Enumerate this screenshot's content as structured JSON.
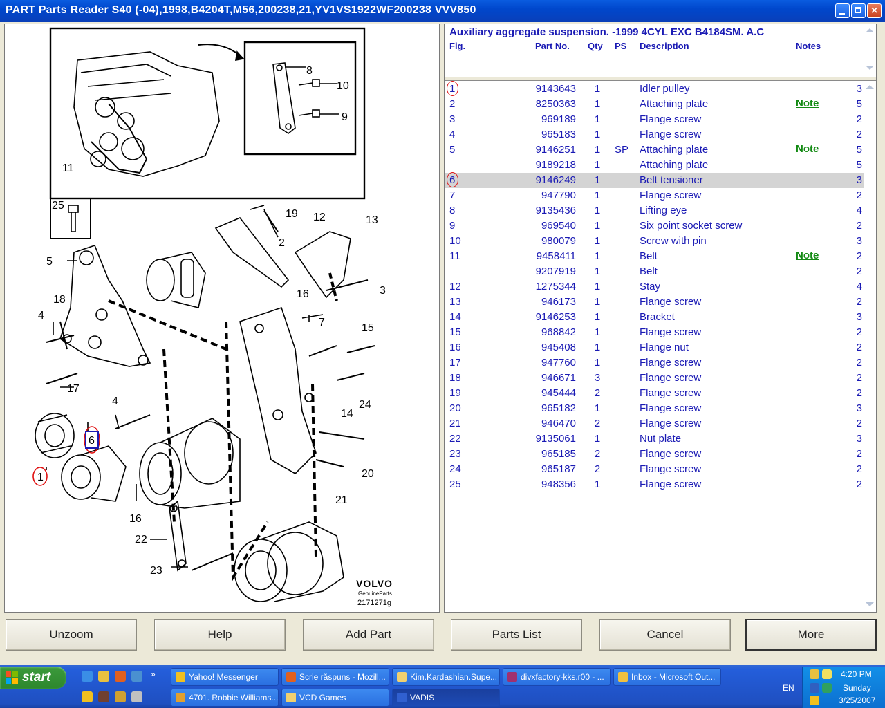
{
  "window": {
    "title": "PART Parts Reader S40 (-04),1998,B4204T,M56,200238,21,YV1VS1922WF200238 VVV850"
  },
  "diagram": {
    "brand": "VOLVO",
    "brand_sub": "GenuineParts",
    "drawing_no": "2171271g",
    "callouts": [
      "1",
      "2",
      "3",
      "4",
      "4",
      "5",
      "6",
      "7",
      "8",
      "9",
      "10",
      "11",
      "12",
      "13",
      "14",
      "15",
      "16",
      "16",
      "17",
      "18",
      "19",
      "20",
      "21",
      "22",
      "23",
      "24",
      "25"
    ]
  },
  "parts": {
    "group_title": "Auxiliary aggregate suspension. -1999 4CYL EXC B4184SM. A.C",
    "columns": {
      "fig": "Fig.",
      "part_no": "Part No.",
      "qty": "Qty",
      "ps": "PS",
      "description": "Description",
      "notes": "Notes"
    },
    "rows": [
      {
        "fig": "1",
        "part_no": "9143643",
        "qty": "1",
        "ps": "",
        "desc": "Idler pulley",
        "note": "",
        "lvl": "3"
      },
      {
        "fig": "2",
        "part_no": "8250363",
        "qty": "1",
        "ps": "",
        "desc": "Attaching plate",
        "note": "Note",
        "lvl": "5"
      },
      {
        "fig": "3",
        "part_no": "969189",
        "qty": "1",
        "ps": "",
        "desc": "Flange screw",
        "note": "",
        "lvl": "2"
      },
      {
        "fig": "4",
        "part_no": "965183",
        "qty": "1",
        "ps": "",
        "desc": "Flange screw",
        "note": "",
        "lvl": "2"
      },
      {
        "fig": "5",
        "part_no": "9146251",
        "qty": "1",
        "ps": "SP",
        "desc": "Attaching plate",
        "note": "Note",
        "lvl": "5"
      },
      {
        "fig": "",
        "part_no": "9189218",
        "qty": "1",
        "ps": "",
        "desc": "Attaching plate",
        "note": "",
        "lvl": "5"
      },
      {
        "fig": "6",
        "part_no": "9146249",
        "qty": "1",
        "ps": "",
        "desc": "Belt tensioner",
        "note": "",
        "lvl": "3"
      },
      {
        "fig": "7",
        "part_no": "947790",
        "qty": "1",
        "ps": "",
        "desc": "Flange screw",
        "note": "",
        "lvl": "2"
      },
      {
        "fig": "8",
        "part_no": "9135436",
        "qty": "1",
        "ps": "",
        "desc": "Lifting eye",
        "note": "",
        "lvl": "4"
      },
      {
        "fig": "9",
        "part_no": "969540",
        "qty": "1",
        "ps": "",
        "desc": "Six point socket screw",
        "note": "",
        "lvl": "2"
      },
      {
        "fig": "10",
        "part_no": "980079",
        "qty": "1",
        "ps": "",
        "desc": "Screw with pin",
        "note": "",
        "lvl": "3"
      },
      {
        "fig": "11",
        "part_no": "9458411",
        "qty": "1",
        "ps": "",
        "desc": "Belt",
        "note": "Note",
        "lvl": "2"
      },
      {
        "fig": "",
        "part_no": "9207919",
        "qty": "1",
        "ps": "",
        "desc": "Belt",
        "note": "",
        "lvl": "2"
      },
      {
        "fig": "12",
        "part_no": "1275344",
        "qty": "1",
        "ps": "",
        "desc": "Stay",
        "note": "",
        "lvl": "4"
      },
      {
        "fig": "13",
        "part_no": "946173",
        "qty": "1",
        "ps": "",
        "desc": "Flange screw",
        "note": "",
        "lvl": "2"
      },
      {
        "fig": "14",
        "part_no": "9146253",
        "qty": "1",
        "ps": "",
        "desc": "Bracket",
        "note": "",
        "lvl": "3"
      },
      {
        "fig": "15",
        "part_no": "968842",
        "qty": "1",
        "ps": "",
        "desc": "Flange screw",
        "note": "",
        "lvl": "2"
      },
      {
        "fig": "16",
        "part_no": "945408",
        "qty": "1",
        "ps": "",
        "desc": "Flange nut",
        "note": "",
        "lvl": "2"
      },
      {
        "fig": "17",
        "part_no": "947760",
        "qty": "1",
        "ps": "",
        "desc": "Flange screw",
        "note": "",
        "lvl": "2"
      },
      {
        "fig": "18",
        "part_no": "946671",
        "qty": "3",
        "ps": "",
        "desc": "Flange screw",
        "note": "",
        "lvl": "2"
      },
      {
        "fig": "19",
        "part_no": "945444",
        "qty": "2",
        "ps": "",
        "desc": "Flange screw",
        "note": "",
        "lvl": "2"
      },
      {
        "fig": "20",
        "part_no": "965182",
        "qty": "1",
        "ps": "",
        "desc": "Flange screw",
        "note": "",
        "lvl": "3"
      },
      {
        "fig": "21",
        "part_no": "946470",
        "qty": "2",
        "ps": "",
        "desc": "Flange screw",
        "note": "",
        "lvl": "2"
      },
      {
        "fig": "22",
        "part_no": "9135061",
        "qty": "1",
        "ps": "",
        "desc": "Nut plate",
        "note": "",
        "lvl": "3"
      },
      {
        "fig": "23",
        "part_no": "965185",
        "qty": "2",
        "ps": "",
        "desc": "Flange screw",
        "note": "",
        "lvl": "2"
      },
      {
        "fig": "24",
        "part_no": "965187",
        "qty": "2",
        "ps": "",
        "desc": "Flange screw",
        "note": "",
        "lvl": "2"
      },
      {
        "fig": "25",
        "part_no": "948356",
        "qty": "1",
        "ps": "",
        "desc": "Flange screw",
        "note": "",
        "lvl": "2"
      }
    ],
    "selected_row": 6
  },
  "buttons": {
    "unzoom": "Unzoom",
    "help": "Help",
    "add_part": "Add Part",
    "parts_list": "Parts List",
    "cancel": "Cancel",
    "more": "More"
  },
  "taskbar": {
    "start": "start",
    "items_top": [
      {
        "label": "Yahoo! Messenger",
        "icon": "yahoo-messenger-icon",
        "color": "#f0c020"
      },
      {
        "label": "Scrie răspuns - Mozill...",
        "icon": "firefox-icon",
        "color": "#e06020"
      },
      {
        "label": "Kim.Kardashian.Supe...",
        "icon": "folder-icon",
        "color": "#f0d070"
      },
      {
        "label": "divxfactory-kks.r00 - ...",
        "icon": "winrar-icon",
        "color": "#a03070"
      },
      {
        "label": "Inbox - Microsoft Out...",
        "icon": "outlook-icon",
        "color": "#f0c040"
      }
    ],
    "items_bottom": [
      {
        "label": "4701. Robbie Williams...",
        "icon": "media-icon",
        "color": "#e0a030"
      },
      {
        "label": "VCD Games",
        "icon": "folder-icon",
        "color": "#f0d070"
      },
      {
        "label": "VADIS",
        "icon": "vadis-icon",
        "color": "#3060d0"
      }
    ],
    "lang": "EN",
    "time": "4:20 PM",
    "day": "Sunday",
    "date": "3/25/2007"
  }
}
